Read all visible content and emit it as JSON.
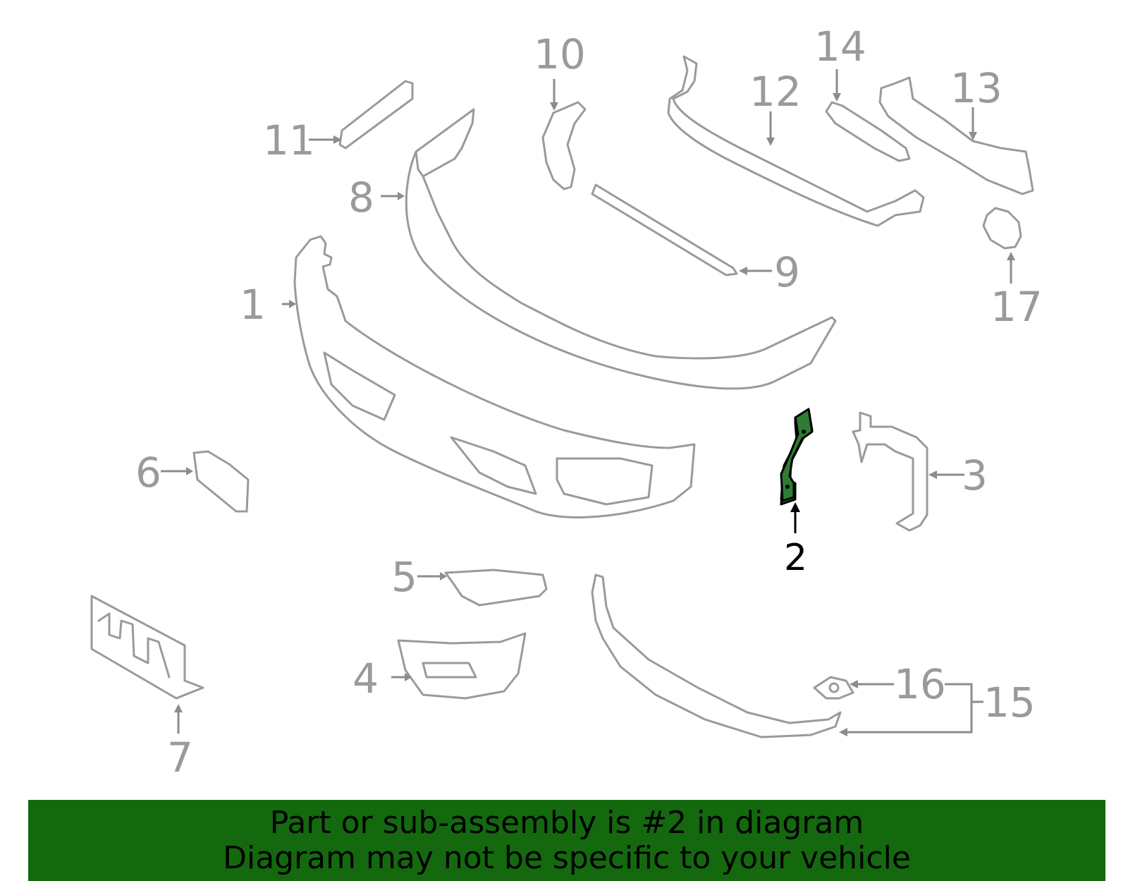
{
  "callouts": {
    "c1": "1",
    "c2": "2",
    "c3": "3",
    "c4": "4",
    "c5": "5",
    "c6": "6",
    "c7": "7",
    "c8": "8",
    "c9": "9",
    "c10": "10",
    "c11": "11",
    "c12": "12",
    "c13": "13",
    "c14": "14",
    "c15": "15",
    "c16": "16",
    "c17": "17"
  },
  "highlighted_part": "2",
  "colors": {
    "highlight": "#2e7d32",
    "banner": "#14690f",
    "line_art": "#9a9a9a"
  },
  "banner": {
    "line1": "Part or sub-assembly is #2 in diagram",
    "line2": "Diagram may not be specific to your vehicle"
  }
}
